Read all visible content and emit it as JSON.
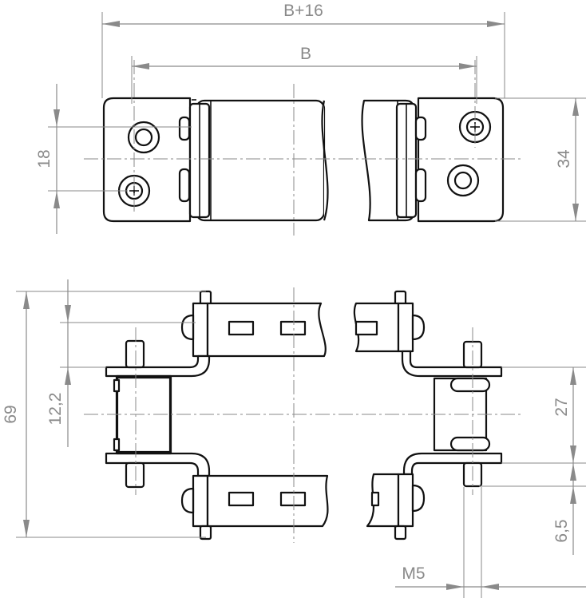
{
  "dimensions": {
    "overall_width": "B+16",
    "inner_width": "B",
    "hole_spacing_top": "18",
    "plate_height": "34",
    "overall_height": "69",
    "offset_left": "12,2",
    "pin_spacing": "27",
    "pin_offset": "6,5",
    "thread": "M5"
  },
  "colors": {
    "dimension": "#8a8a8a",
    "outline": "#111111"
  }
}
